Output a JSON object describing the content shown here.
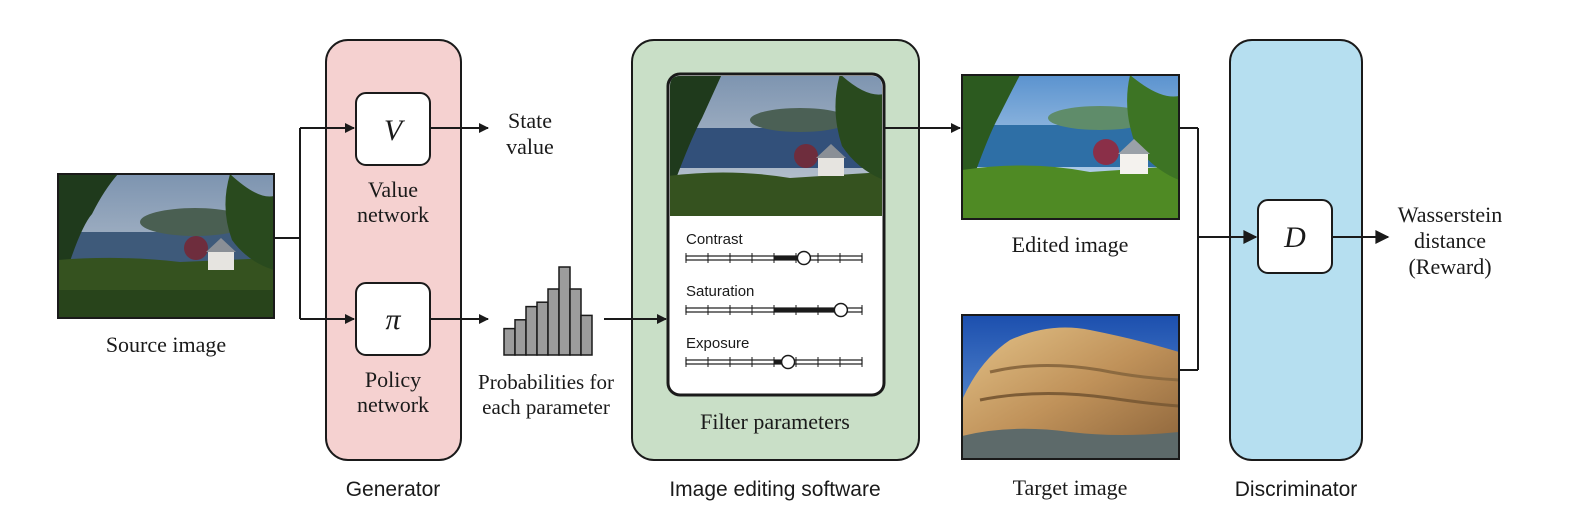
{
  "source": {
    "caption": "Source image"
  },
  "generator": {
    "label": "Generator",
    "value_net": {
      "symbol": "V",
      "line1": "Value",
      "line2": "network"
    },
    "policy_net": {
      "symbol": "π",
      "line1": "Policy",
      "line2": "network"
    }
  },
  "state_value": {
    "line1": "State",
    "line2": "value"
  },
  "probabilities": {
    "line1": "Probabilities for",
    "line2": "each parameter",
    "bar_values": [
      0.3,
      0.4,
      0.55,
      0.6,
      0.75,
      1.0,
      0.75,
      0.45
    ]
  },
  "editing_software": {
    "label": "Image editing software",
    "caption": "Filter parameters",
    "sliders": [
      {
        "label": "Contrast",
        "value": 0.67
      },
      {
        "label": "Saturation",
        "value": 0.88
      },
      {
        "label": "Exposure",
        "value": 0.58
      }
    ]
  },
  "edited": {
    "caption": "Edited image"
  },
  "target": {
    "caption": "Target image"
  },
  "discriminator": {
    "label": "Discriminator",
    "symbol": "D"
  },
  "output": {
    "line1": "Wasserstein",
    "line2": "distance",
    "line3": "(Reward)"
  },
  "colors": {
    "generator_fill": "#f5d1d0",
    "editing_fill": "#c9dfc7",
    "discriminator_fill": "#b6dff0"
  }
}
